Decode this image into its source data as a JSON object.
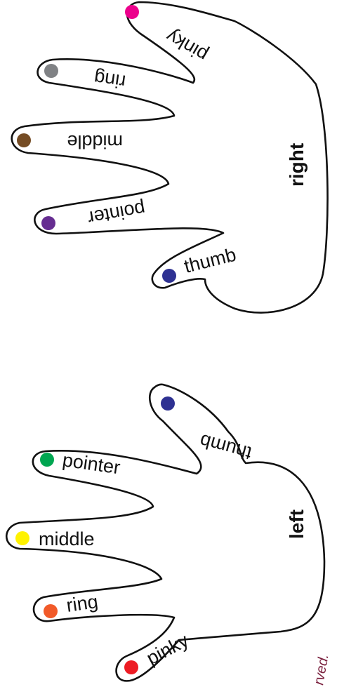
{
  "left_hand": {
    "label": "left",
    "fingers": [
      {
        "id": "thumb",
        "label": "thumb",
        "color": "#2e3192"
      },
      {
        "id": "pointer",
        "label": "pointer",
        "color": "#00a651"
      },
      {
        "id": "middle",
        "label": "middle",
        "color": "#fff200"
      },
      {
        "id": "ring",
        "label": "ring",
        "color": "#f15a29"
      },
      {
        "id": "pinky",
        "label": "pinky",
        "color": "#ed1c24"
      }
    ]
  },
  "right_hand": {
    "label": "right",
    "fingers": [
      {
        "id": "thumb",
        "label": "thumb",
        "color": "#2e3192"
      },
      {
        "id": "pointer",
        "label": "pointer",
        "color": "#662d91"
      },
      {
        "id": "middle",
        "label": "middle",
        "color": "#754c24"
      },
      {
        "id": "ring",
        "label": "ring",
        "color": "#808285"
      },
      {
        "id": "pinky",
        "label": "pinky",
        "color": "#ec008c"
      }
    ]
  },
  "footer": {
    "text": "rved."
  }
}
